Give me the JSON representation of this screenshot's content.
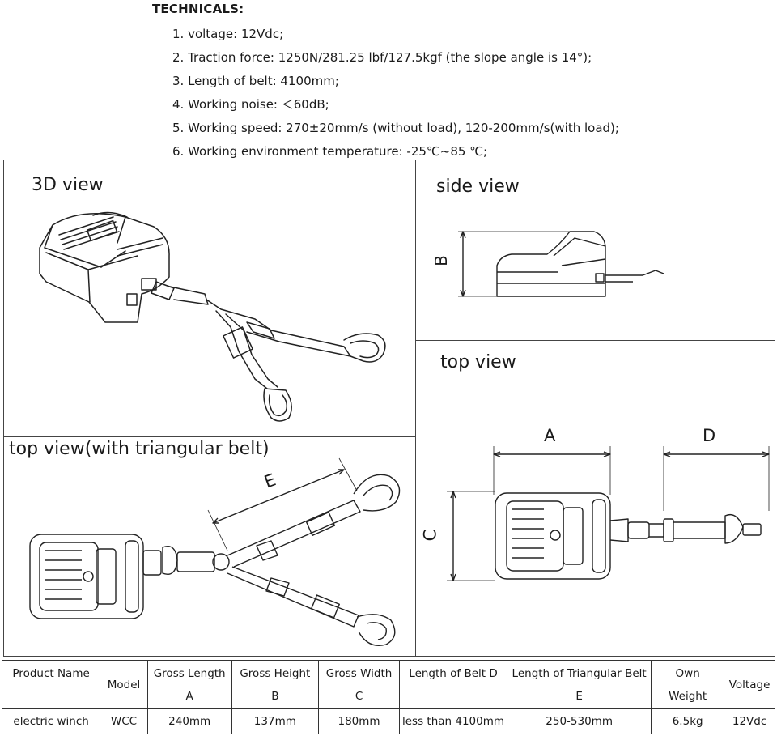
{
  "technicals": {
    "title": "TECHNICALS:",
    "items": [
      "1. voltage: 12Vdc;",
      "2. Traction force: 1250N/281.25 lbf/127.5kgf (the slope angle is 14°);",
      "3. Length of belt: 4100mm;",
      "4. Working noise: ＜60dB;",
      "5. Working speed: 270±20mm/s (without load), 120-200mm/s(with load);",
      "6. Working environment temperature: -25℃~85 ℃;"
    ]
  },
  "panels": {
    "view3d": {
      "title": "3D view"
    },
    "side": {
      "title": "side view",
      "dim": "B"
    },
    "top": {
      "title": "top view",
      "dim_a": "A",
      "dim_c": "C",
      "dim_d": "D"
    },
    "triangular": {
      "title": "top view(with triangular belt)",
      "dim_e": "E"
    }
  },
  "table": {
    "headers": [
      {
        "line1": "Product Name",
        "line2": ""
      },
      {
        "line1": "Model",
        "line2": ""
      },
      {
        "line1": "Gross Length",
        "line2": "A"
      },
      {
        "line1": "Gross Height",
        "line2": "B"
      },
      {
        "line1": "Gross Width",
        "line2": "C"
      },
      {
        "line1": "Length of Belt D",
        "line2": ""
      },
      {
        "line1": "Length of Triangular Belt",
        "line2": "E"
      },
      {
        "line1": "Own",
        "line2": "Weight"
      },
      {
        "line1": "Voltage",
        "line2": ""
      }
    ],
    "row": [
      "electric winch",
      "WCC",
      "240mm",
      "137mm",
      "180mm",
      "less than 4100mm",
      "250-530mm",
      "6.5kg",
      "12Vdc"
    ]
  }
}
